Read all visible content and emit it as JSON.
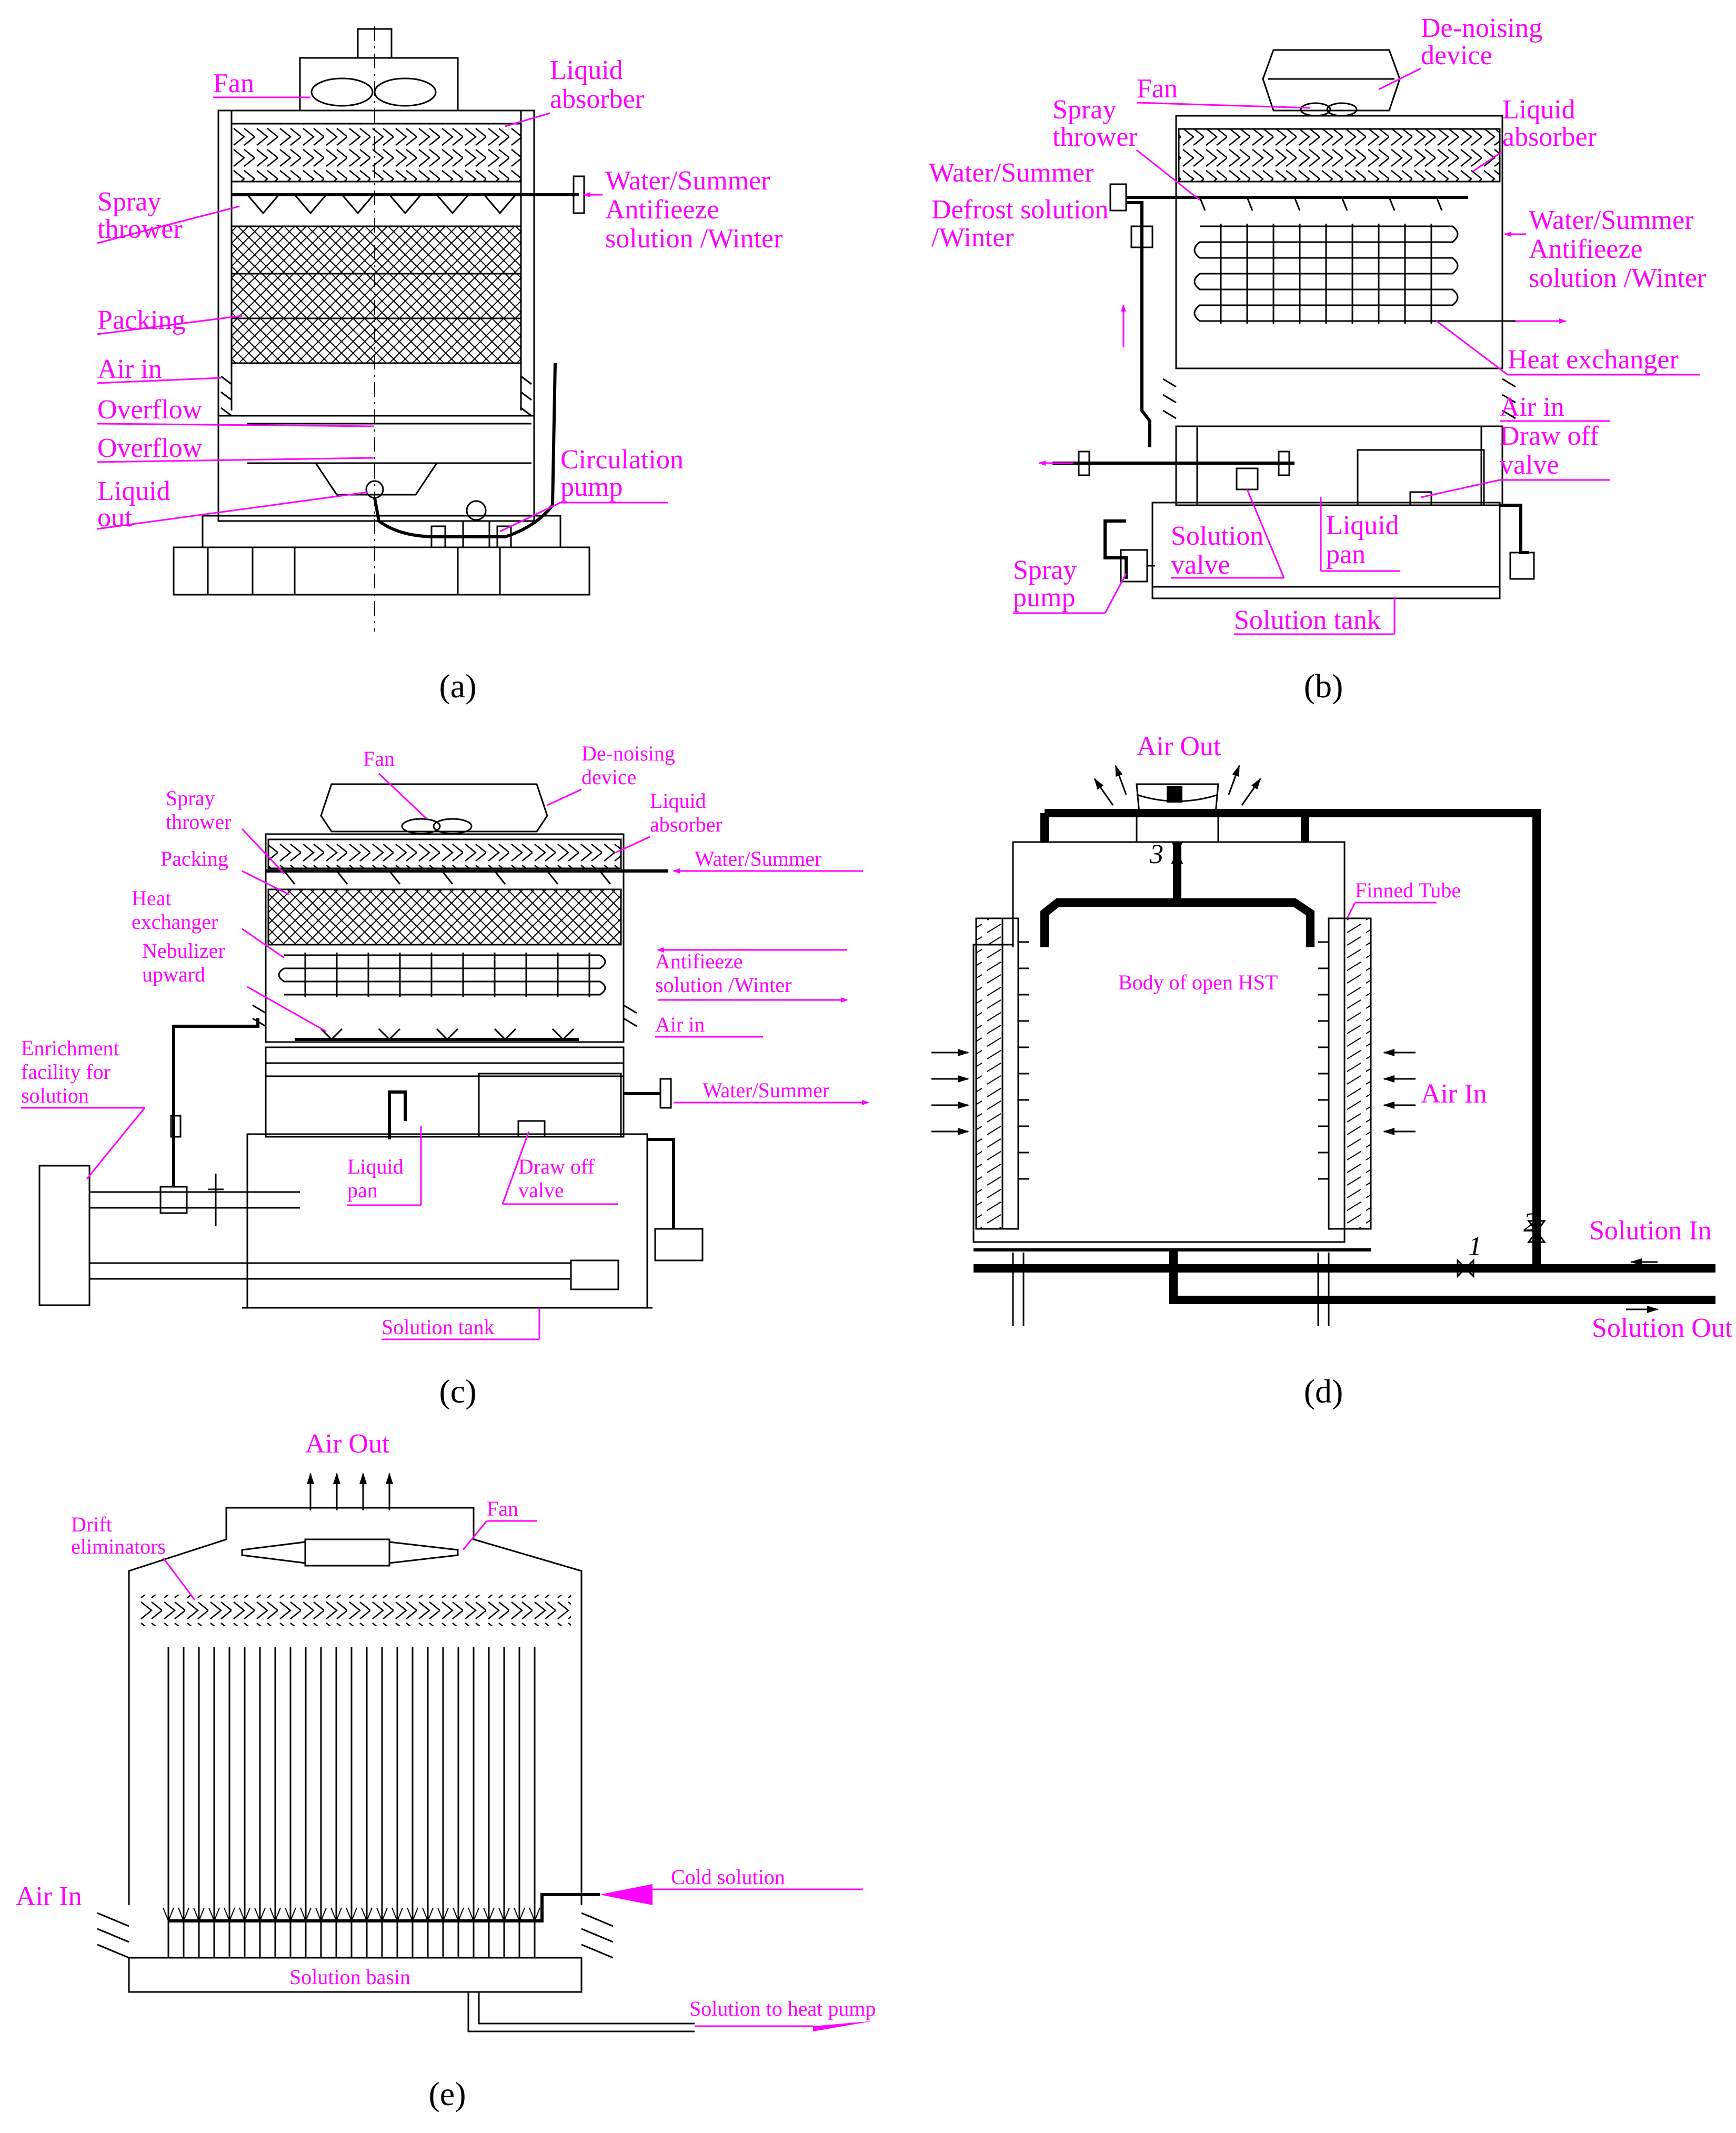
{
  "colors": {
    "label": "#ff00ff",
    "line": "#000000",
    "background": "#ffffff"
  },
  "a": {
    "caption": "(a)",
    "fan": "Fan",
    "liquid_absorber_1": "Liquid",
    "liquid_absorber_2": "absorber",
    "water_summer": "Water/Summer",
    "antifreeze": "Antifieeze",
    "solution_winter": "solution /Winter",
    "spray_1": "Spray",
    "spray_2": "thrower",
    "packing": "Packing",
    "air_in": "Air in",
    "overflow_1": "Overflow",
    "overflow_2": "Overflow",
    "liquid_out_1": "Liquid",
    "liquid_out_2": "out",
    "pump_1": "Circulation",
    "pump_2": "pump"
  },
  "b": {
    "caption": "(b)",
    "denoise_1": "De-noising",
    "denoise_2": "device",
    "fan": "Fan",
    "spray_1": "Spray",
    "spray_2": "thrower",
    "liquid_absorber_1": "Liquid",
    "liquid_absorber_2": "absorber",
    "water_summer": "Water/Summer",
    "defrost_1": "Defrost solution",
    "defrost_2": "/Winter",
    "water_summer_r": "Water/Summer",
    "antifreeze": "Antifieeze",
    "solution_winter": "solution /Winter",
    "heat_exchanger": "Heat exchanger",
    "air_in": "Air in",
    "drawoff_1": "Draw off",
    "drawoff_2": "valve",
    "solution_valve_1": "Solution",
    "solution_valve_2": "valve",
    "liquid_pan_1": "Liquid",
    "liquid_pan_2": "pan",
    "spray_pump_1": "Spray",
    "spray_pump_2": "pump",
    "solution_tank": "Solution tank"
  },
  "c": {
    "caption": "(c)",
    "fan": "Fan",
    "denoise_1": "De-noising",
    "denoise_2": "device",
    "spray_1": "Spray",
    "spray_2": "thrower",
    "liquid_absorber_1": "Liquid",
    "liquid_absorber_2": "absorber",
    "packing": "Packing",
    "water_summer_top": "Water/Summer",
    "heat_1": "Heat",
    "heat_2": "exchanger",
    "antifreeze": "Antifieeze",
    "solution_winter": "solution /Winter",
    "nebulizer_1": "Nebulizer",
    "nebulizer_2": "upward",
    "air_in": "Air in",
    "enrich_1": "Enrichment",
    "enrich_2": "facility for",
    "enrich_3": "solution",
    "water_summer_bot": "Water/Summer",
    "liquid_pan_1": "Liquid",
    "liquid_pan_2": "pan",
    "drawoff_1": "Draw off",
    "drawoff_2": "valve",
    "solution_tank": "Solution tank"
  },
  "d": {
    "caption": "(d)",
    "air_out": "Air Out",
    "finned_tube": "Finned Tube",
    "body": "Body of open HST",
    "air_in": "Air In",
    "solution_in": "Solution In",
    "solution_out": "Solution Out",
    "valve_1": "1",
    "valve_2": "2",
    "valve_3": "3"
  },
  "e": {
    "caption": "(e)",
    "air_out": "Air Out",
    "fan": "Fan",
    "drift_1": "Drift",
    "drift_2": "eliminators",
    "air_in": "Air In",
    "cold_solution": "Cold solution",
    "solution_basin": "Solution basin",
    "solution_to_hp": "Solution to heat pump"
  }
}
